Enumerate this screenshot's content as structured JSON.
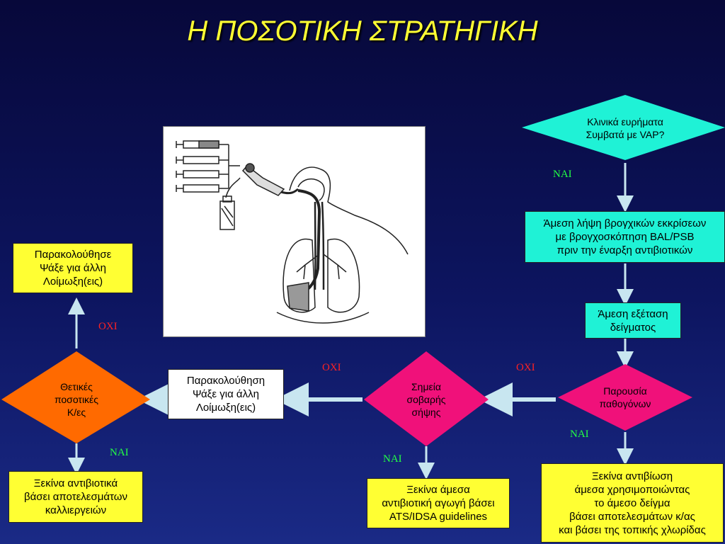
{
  "title": "Η ΠΟΣΟΤΙΚΗ ΣΤΡΑΤΗΓΙΚΗ",
  "colors": {
    "background": "#0d1560",
    "title": "#ffff33",
    "cyan_shape": "#1ff2d6",
    "magenta_diamond": "#f0117a",
    "orange_diamond": "#ff6a00",
    "yellow_box": "#ffff33",
    "arrow": "#c8e6f0",
    "no_label": "#ff2222",
    "yes_label": "#22ff44"
  },
  "nodes": {
    "clinical": "Κλινικά ευρήματα\nΣυμβατά με VAP?",
    "sampling": "Άμεση λήψη βρογχικών εκκρίσεων\nμε βρογχοσκόπηση BAL/PSB\nπριν την έναρξη αντιβιοτικών",
    "exam": "Άμεση εξέταση\nδείγματος",
    "pathogens": "Παρουσία\nπαθογόνων",
    "sepsis": "Σημεία\nσοβαρής\nσήψης",
    "monitor_middle": "Παρακολούθηση\nΨάξε για άλλη\nΛοίμωξη(εις)",
    "positive": "Θετικές\nποσοτικές\nΚ/ες",
    "monitor_left": "Παρακολούθησε\nΨάξε για άλλη\nΛοίμωξη(εις)",
    "start_cultures": "Ξεκίνα αντιβιοτικά\nβάσει αποτελεσμάτων\nκαλλιεργειών",
    "start_guidelines": "Ξεκίνα άμεσα\nαντιβιοτική αγωγή βάσει\nATS/IDSA guidelines",
    "start_direct": "Ξεκίνα αντιβίωση\nάμεσα χρησιμοποιώντας\nτο άμεσο δείγμα\nβάσει αποτελεσμάτων κ/ας\nκαι βάσει της τοπικής χλωρίδας"
  },
  "labels": {
    "yes": "ΝΑΙ",
    "no": "ΟΧΙ"
  },
  "figure": {
    "icon": "bronchoscopy-sampling-illustration"
  }
}
